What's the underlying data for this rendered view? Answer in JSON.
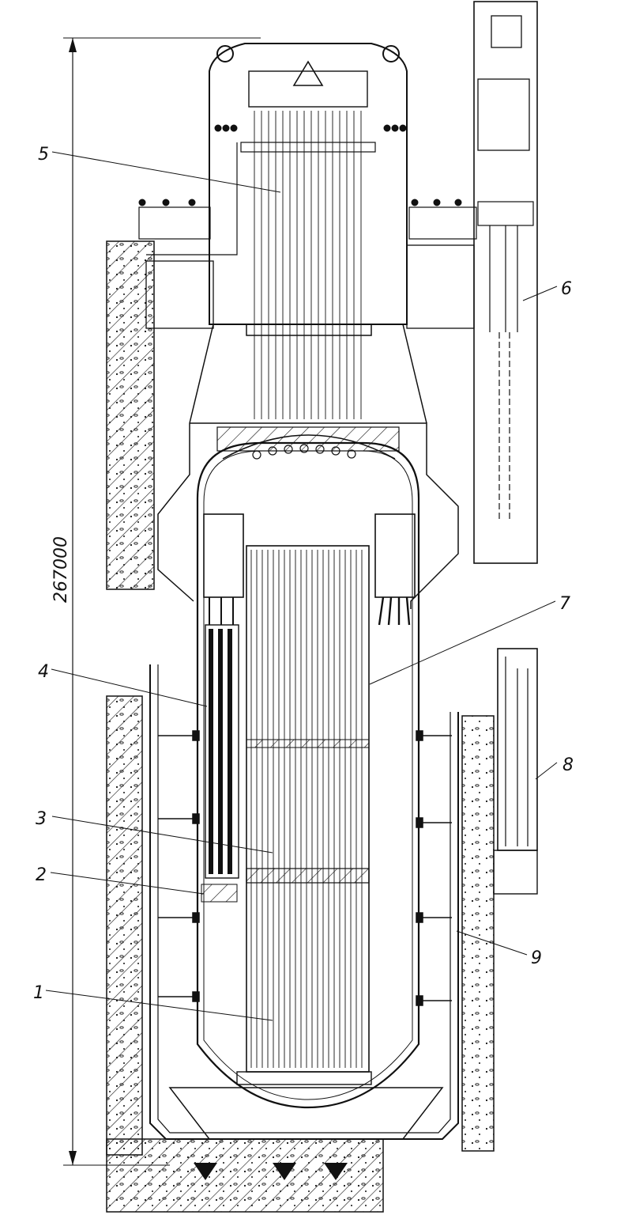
{
  "dimension": {
    "text": "267000"
  },
  "callouts": [
    {
      "id": "1",
      "text": "1"
    },
    {
      "id": "2",
      "text": "2"
    },
    {
      "id": "3",
      "text": "3"
    },
    {
      "id": "4",
      "text": "4"
    },
    {
      "id": "5",
      "text": "5"
    },
    {
      "id": "6",
      "text": "6"
    },
    {
      "id": "7",
      "text": "7"
    },
    {
      "id": "8",
      "text": "8"
    },
    {
      "id": "9",
      "text": "9"
    }
  ],
  "colors": {
    "ink": "#111111",
    "paper": "#ffffff"
  }
}
